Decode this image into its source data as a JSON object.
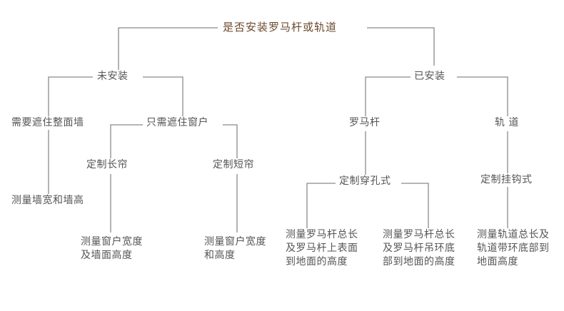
{
  "diagram": {
    "root": "是否安装罗马杆或轨道",
    "not_installed": "未安装",
    "installed": "已安装",
    "full_wall": "需要遮住整面墙",
    "window_only": "只需遮住窗户",
    "measure_wall": "测量墙宽和墙高",
    "custom_long": "定制长帘",
    "custom_short": "定制短帘",
    "measure_window_long": "测量窗户宽度\n及墙面高度",
    "measure_window_short": "测量窗户宽度\n和高度",
    "roman_rod": "罗马杆",
    "track": "轨 道",
    "custom_punch": "定制穿孔式",
    "custom_hook": "定制挂钩式",
    "measure_rod_surface": "测量罗马杆总长\n及罗马杆上表面\n到地面的高度",
    "measure_rod_ring": "测量罗马杆总长\n及罗马杆吊环底\n部到地面的高度",
    "measure_track": "测量轨道总长及\n轨道带环底部到\n地面高度"
  },
  "colors": {
    "line": "#8a8a8a",
    "text": "#555555",
    "root_text": "#6b4a2f"
  }
}
